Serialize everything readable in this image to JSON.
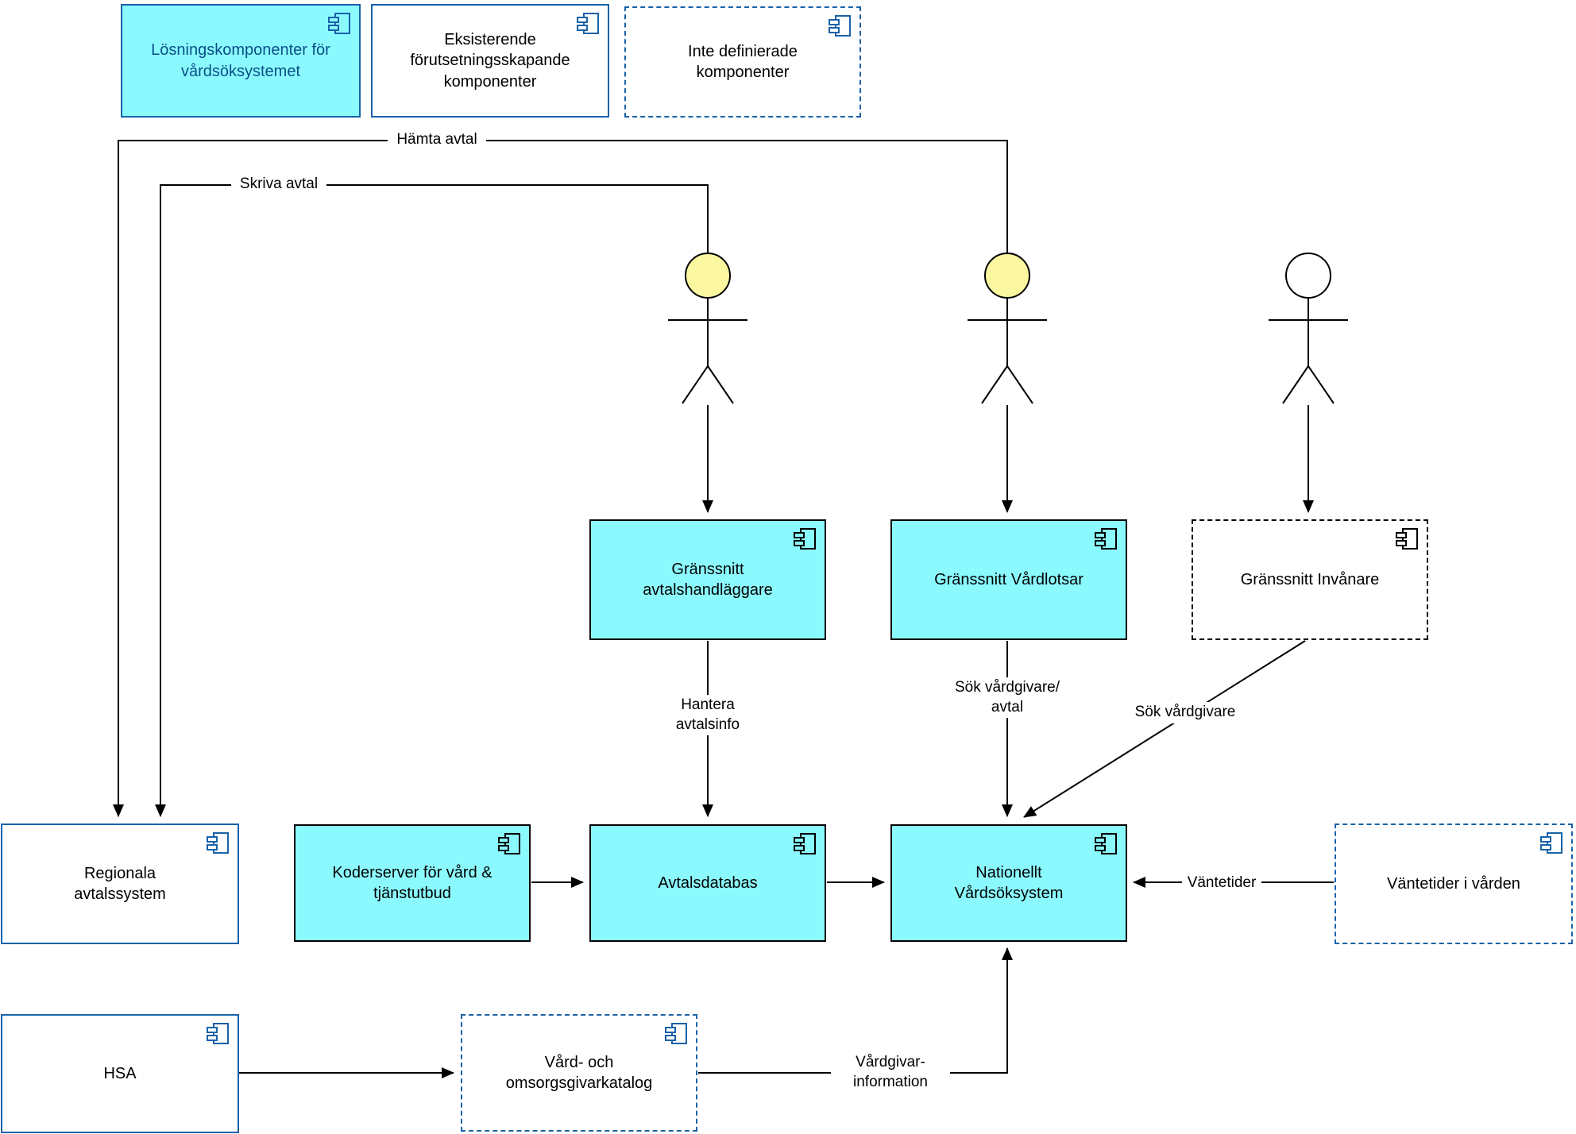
{
  "colors": {
    "component_fill_cyan": "#8BFAFF",
    "blue_stroke": "#1A62A8",
    "black_stroke": "#000000",
    "actor_head_yellow": "#FBF6A0",
    "actor_head_white": "#FFFFFF",
    "legend_solution_text": "#0A4F87"
  },
  "legend": {
    "solution": "Lösningskomponenter för\nvårdsöksystemet",
    "existing": "Eksisterende\nförutsetningsskapande\nkomponenter",
    "undefined": "Inte definierade\nkomponenter"
  },
  "components": {
    "granssnitt_avtalshandlaggare": "Gränssnitt\navtalshandläggare",
    "granssnitt_vardlotsar": "Gränssnitt Vårdlotsar",
    "granssnitt_invanare": "Gränssnitt Invånare",
    "regionala_avtalssystem": "Regionala\navtalssystem",
    "koderserver": "Koderserver för vård &\ntjänstutbud",
    "avtalsdatabas": "Avtalsdatabas",
    "nationellt_vardsoksystem": "Nationellt\nVårdsöksystem",
    "vantetider_i_varden": "Väntetider i vården",
    "hsa": "HSA",
    "vardgivarkatalog": "Vård- och\nomsorgsgivarkatalog"
  },
  "edges": {
    "hamta_avtal": "Hämta avtal",
    "skriva_avtal": "Skriva avtal",
    "hantera_avtalsinfo": "Hantera\navtalsinfo",
    "sok_vardgivare_avtal": "Sök vårdgivare/\navtal",
    "sok_vardgivare": "Sök vårdgivare",
    "vantetider": "Väntetider",
    "vardgivar_information": "Vårdgivar-\ninformation"
  }
}
